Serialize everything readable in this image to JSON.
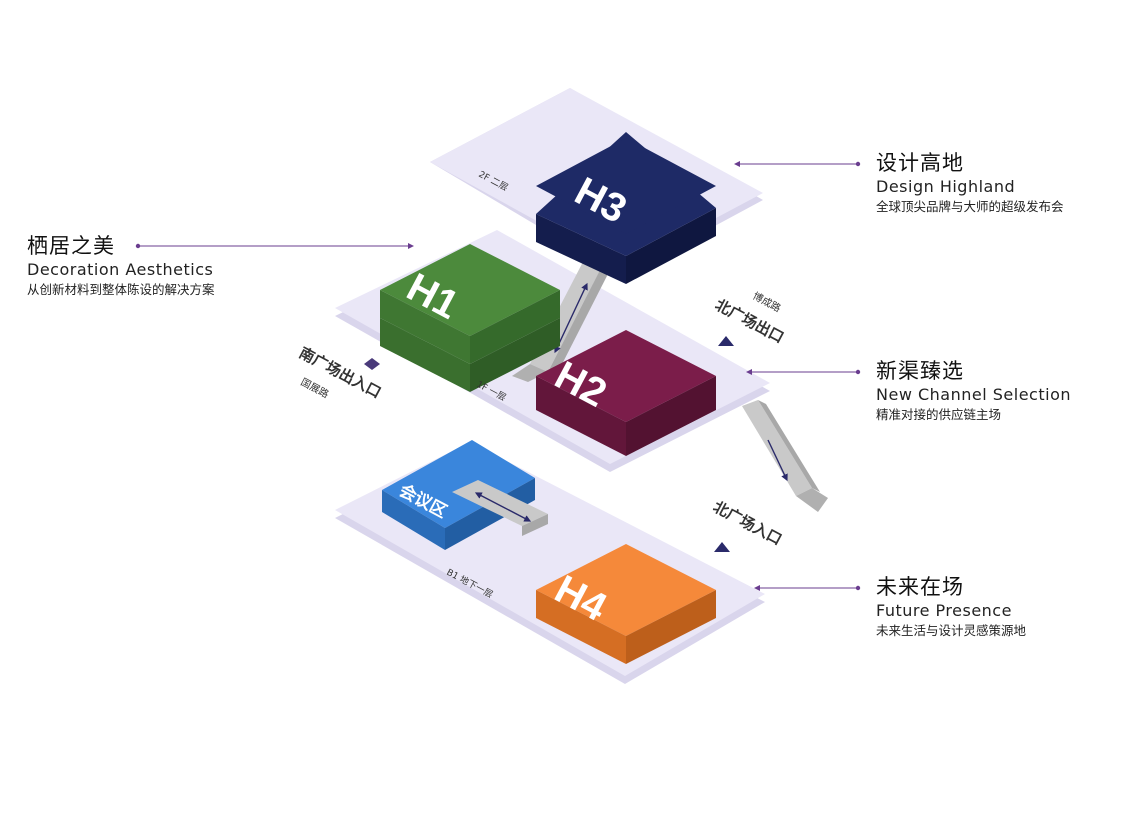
{
  "zones": {
    "h1": {
      "code": "H1",
      "color": "#4c8a3c"
    },
    "h2": {
      "code": "H2",
      "color": "#7b1d4a"
    },
    "h3": {
      "code": "H3",
      "color": "#1e2a66"
    },
    "h4": {
      "code": "H4",
      "color": "#f5893a"
    },
    "meeting": {
      "label": "会议区",
      "color": "#3a86dc"
    }
  },
  "floors": {
    "f2": {
      "label": "2F 二层"
    },
    "f1": {
      "label": "1F 一层"
    },
    "b1": {
      "label": "B1 地下一层"
    }
  },
  "entrances": {
    "north_exit": {
      "label": "北广场出口",
      "road": "博成路"
    },
    "south": {
      "label": "南广场出入口",
      "road": "国展路"
    },
    "north_entry": {
      "label": "北广场入口"
    }
  },
  "callouts": {
    "design_highland": {
      "zh": "设计高地",
      "en": "Design Highland",
      "desc": "全球顶尖品牌与大师的超级发布会"
    },
    "decoration": {
      "zh": "栖居之美",
      "en": "Decoration Aesthetics",
      "desc": "从创新材料到整体陈设的解决方案"
    },
    "new_channel": {
      "zh": "新渠臻选",
      "en": "New Channel Selection",
      "desc": "精准对接的供应链主场"
    },
    "future": {
      "zh": "未来在场",
      "en": "Future Presence",
      "desc": "未来生活与设计灵感策源地"
    }
  },
  "colors": {
    "accent": "#6a3d8f",
    "platform": "#e9e6f6",
    "platform_edge": "#d6d2ea",
    "escalator": "#b8b8b8"
  }
}
